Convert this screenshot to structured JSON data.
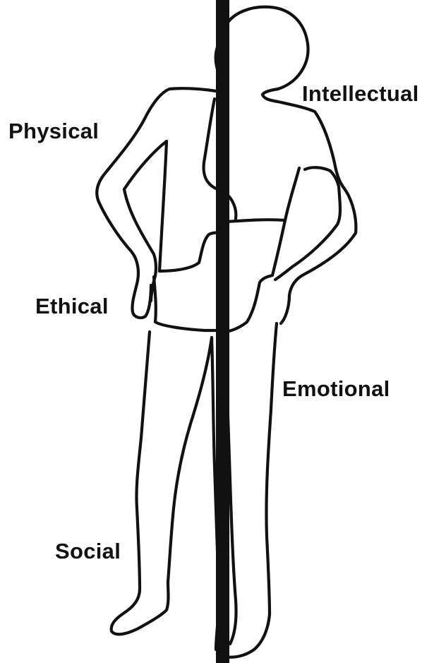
{
  "labels": {
    "physical": "Physical",
    "intellectual": "Intellectual",
    "ethical": "Ethical",
    "emotional": "Emotional",
    "social": "Social"
  },
  "colors": {
    "text": "#111111",
    "outline": "#111111",
    "divider": "#111111",
    "background": "#ffffff"
  }
}
